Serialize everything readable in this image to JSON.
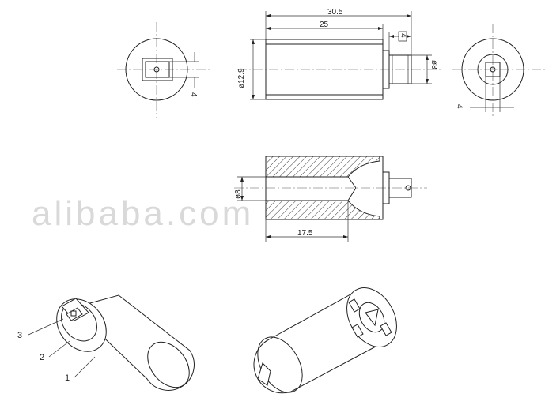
{
  "dimensions": {
    "overall_length": "30.5",
    "body_length": "25",
    "drive_length": "4",
    "body_diameter": "ø12.9",
    "drive_diameter": "ø8",
    "left_view_height": "4",
    "right_view_width": "4",
    "bore_diameter": "ø8",
    "bore_depth": "17.5"
  },
  "callouts": [
    "3",
    "2",
    "1"
  ],
  "watermark": "alibaba.com"
}
